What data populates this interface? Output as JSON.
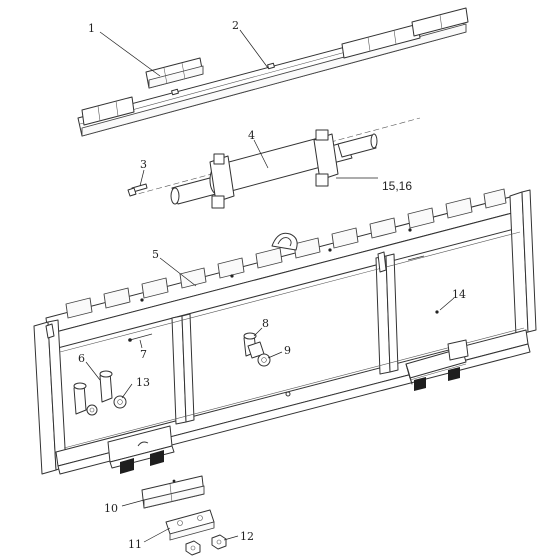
{
  "callouts": [
    {
      "id": "c1",
      "label": "1"
    },
    {
      "id": "c2",
      "label": "2"
    },
    {
      "id": "c3",
      "label": "3"
    },
    {
      "id": "c4",
      "label": "4"
    },
    {
      "id": "c5",
      "label": "5"
    },
    {
      "id": "c6",
      "label": "6"
    },
    {
      "id": "c7",
      "label": "7"
    },
    {
      "id": "c8",
      "label": "8"
    },
    {
      "id": "c9",
      "label": "9"
    },
    {
      "id": "c10",
      "label": "10"
    },
    {
      "id": "c11",
      "label": "11"
    },
    {
      "id": "c12",
      "label": "12"
    },
    {
      "id": "c13",
      "label": "13"
    },
    {
      "id": "c14",
      "label": "14"
    },
    {
      "id": "c1516",
      "label": "15,16"
    }
  ]
}
